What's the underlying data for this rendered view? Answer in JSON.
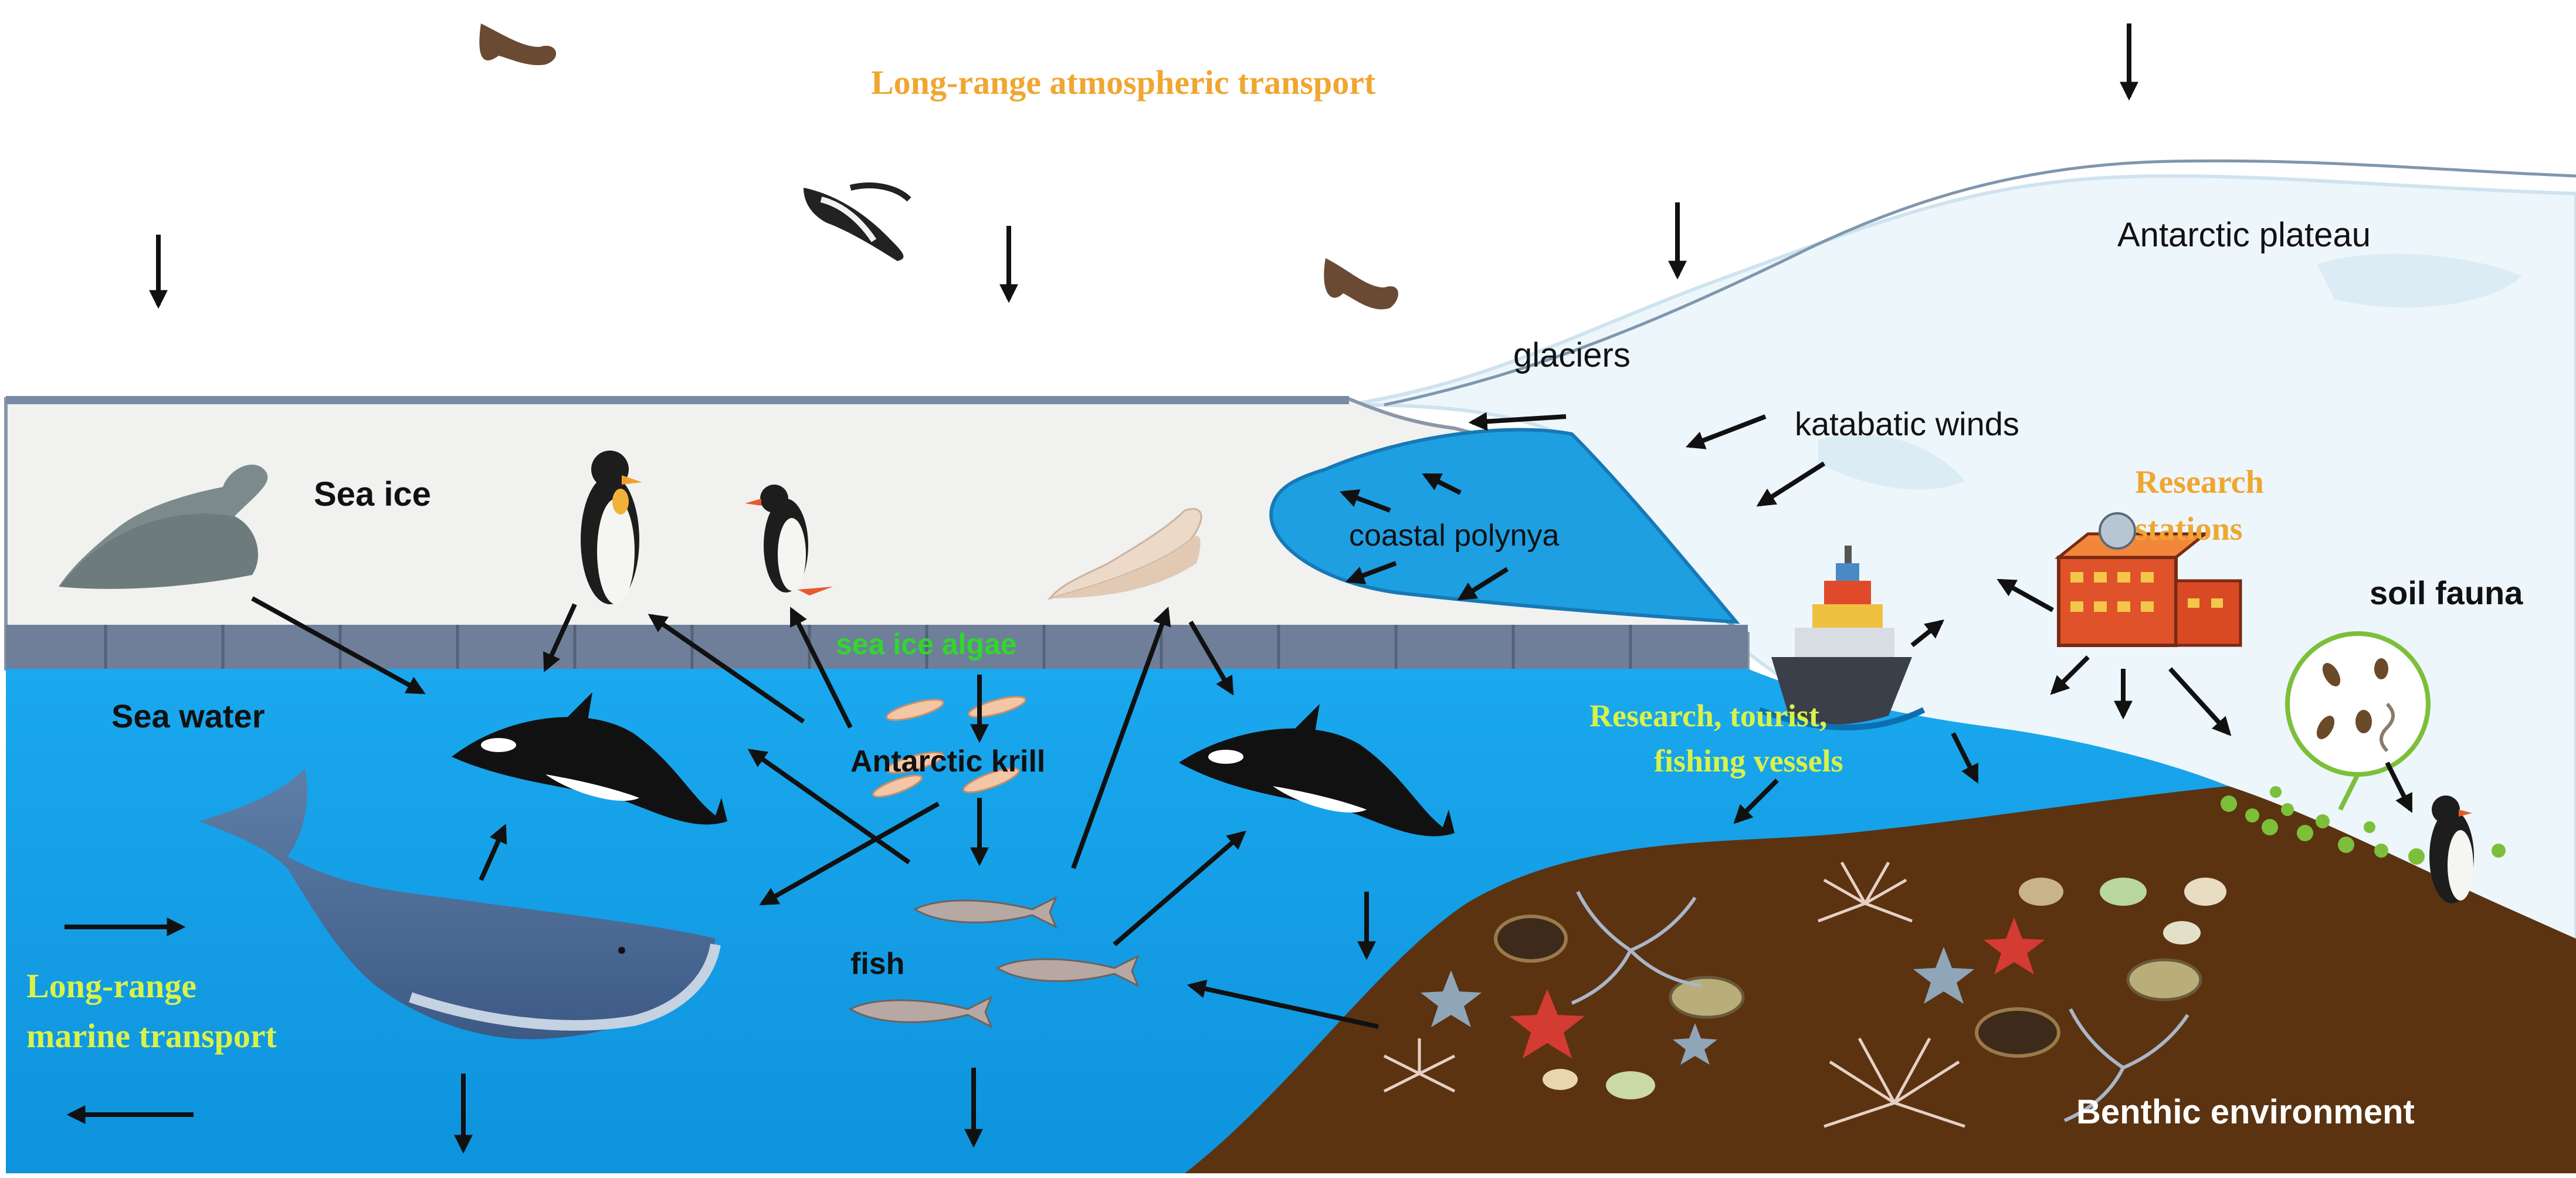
{
  "labels": {
    "atmospheric_transport": "Long-range atmospheric transport",
    "antarctic_plateau": "Antarctic plateau",
    "glaciers": "glaciers",
    "katabatic_winds": "katabatic winds",
    "coastal_polynya": "coastal polynya",
    "sea_ice": "Sea ice",
    "sea_water": "Sea water",
    "sea_ice_algae": "sea ice algae",
    "antarctic_krill": "Antarctic krill",
    "fish": "fish",
    "research_stations_line1": "Research",
    "research_stations_line2": "stations",
    "soil_fauna": "soil fauna",
    "vessels_line1": "Research, tourist,",
    "vessels_line2": "fishing vessels",
    "marine_transport_line1": "Long-range",
    "marine_transport_line2": "marine transport",
    "benthic_environment": "Benthic environment"
  },
  "colors": {
    "sky": "#ffffff",
    "sea_ice": "#f1f1f0",
    "ice_edge": "#6f7f9a",
    "sea_water": "#12a3ea",
    "polynya": "#1e9fe2",
    "sediment": "#5b3311",
    "glacier": "#eaf5fb",
    "orange_text": "#f0a631",
    "yellow_green_text": "#d9f24a",
    "green_text": "#2fd82a",
    "arrow": "#111111"
  }
}
